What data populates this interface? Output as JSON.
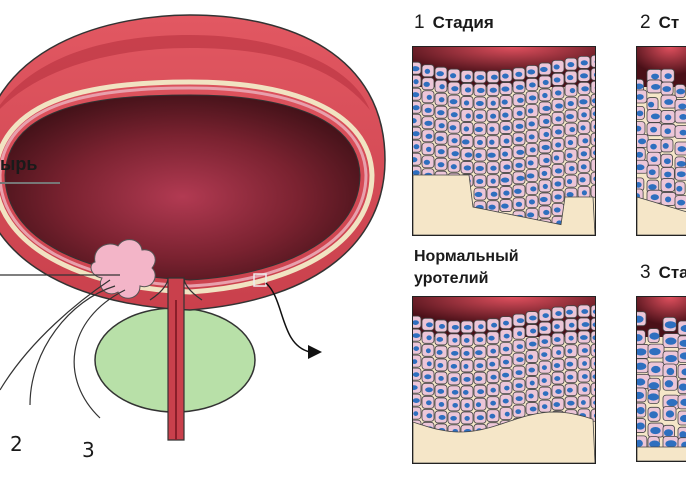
{
  "labels": {
    "organ_label": "ырь",
    "pointer_2": "2",
    "pointer_3": "3",
    "normal_line1": "Нормальный",
    "normal_line2": "уротелий"
  },
  "stages": [
    {
      "num": "1",
      "word": "Стадия"
    },
    {
      "num": "2",
      "word": "Ст"
    },
    {
      "num": "3",
      "word": "Ста"
    }
  ],
  "colors": {
    "bladder_outer": "#d9535e",
    "bladder_inner": "#5a1a22",
    "prostate": "#b8e0a8",
    "tumor": "#f3b5c8",
    "cell": "#ecc6d8",
    "nucleus": "#2e6fbf",
    "stroma": "#f5e6c8"
  }
}
